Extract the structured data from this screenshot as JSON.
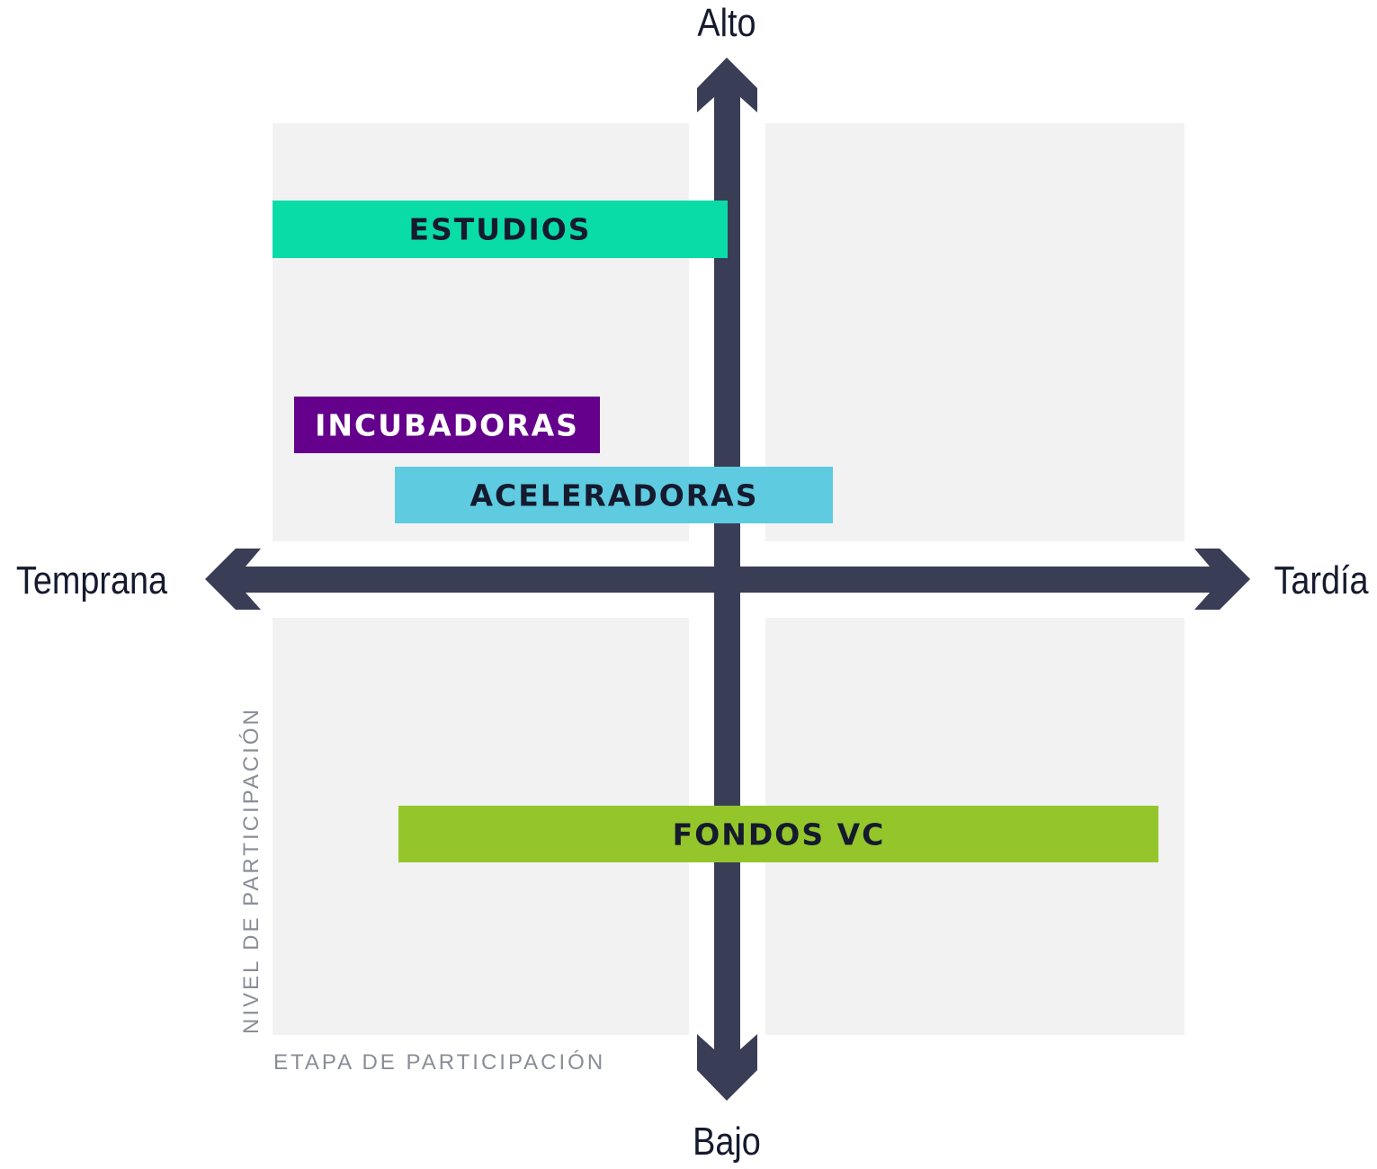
{
  "colors": {
    "background": "#ffffff",
    "quadrant": "#f2f2f2",
    "axis": "#3a3d56",
    "axis_end_text": "#151a2e",
    "caption_text": "#8a8d96"
  },
  "axes": {
    "top": "Alto",
    "bottom": "Bajo",
    "left": "Temprana",
    "right": "Tardía",
    "vertical_caption": "NIVEL DE PARTICIPACIÓN",
    "horizontal_caption": "ETAPA DE PARTICIPACIÓN"
  },
  "items": [
    {
      "id": "estudios",
      "label": "ESTUDIOS",
      "color": "#0adca8",
      "text_color": "#151a2e"
    },
    {
      "id": "incubadoras",
      "label": "INCUBADORAS",
      "color": "#65008c",
      "text_color": "#ffffff"
    },
    {
      "id": "aceleradoras",
      "label": "ACELERADORAS",
      "color": "#5ecbe0",
      "text_color": "#151a2e"
    },
    {
      "id": "fondos-vc",
      "label": "FONDOS VC",
      "color": "#94c62c",
      "text_color": "#151a2e"
    }
  ]
}
